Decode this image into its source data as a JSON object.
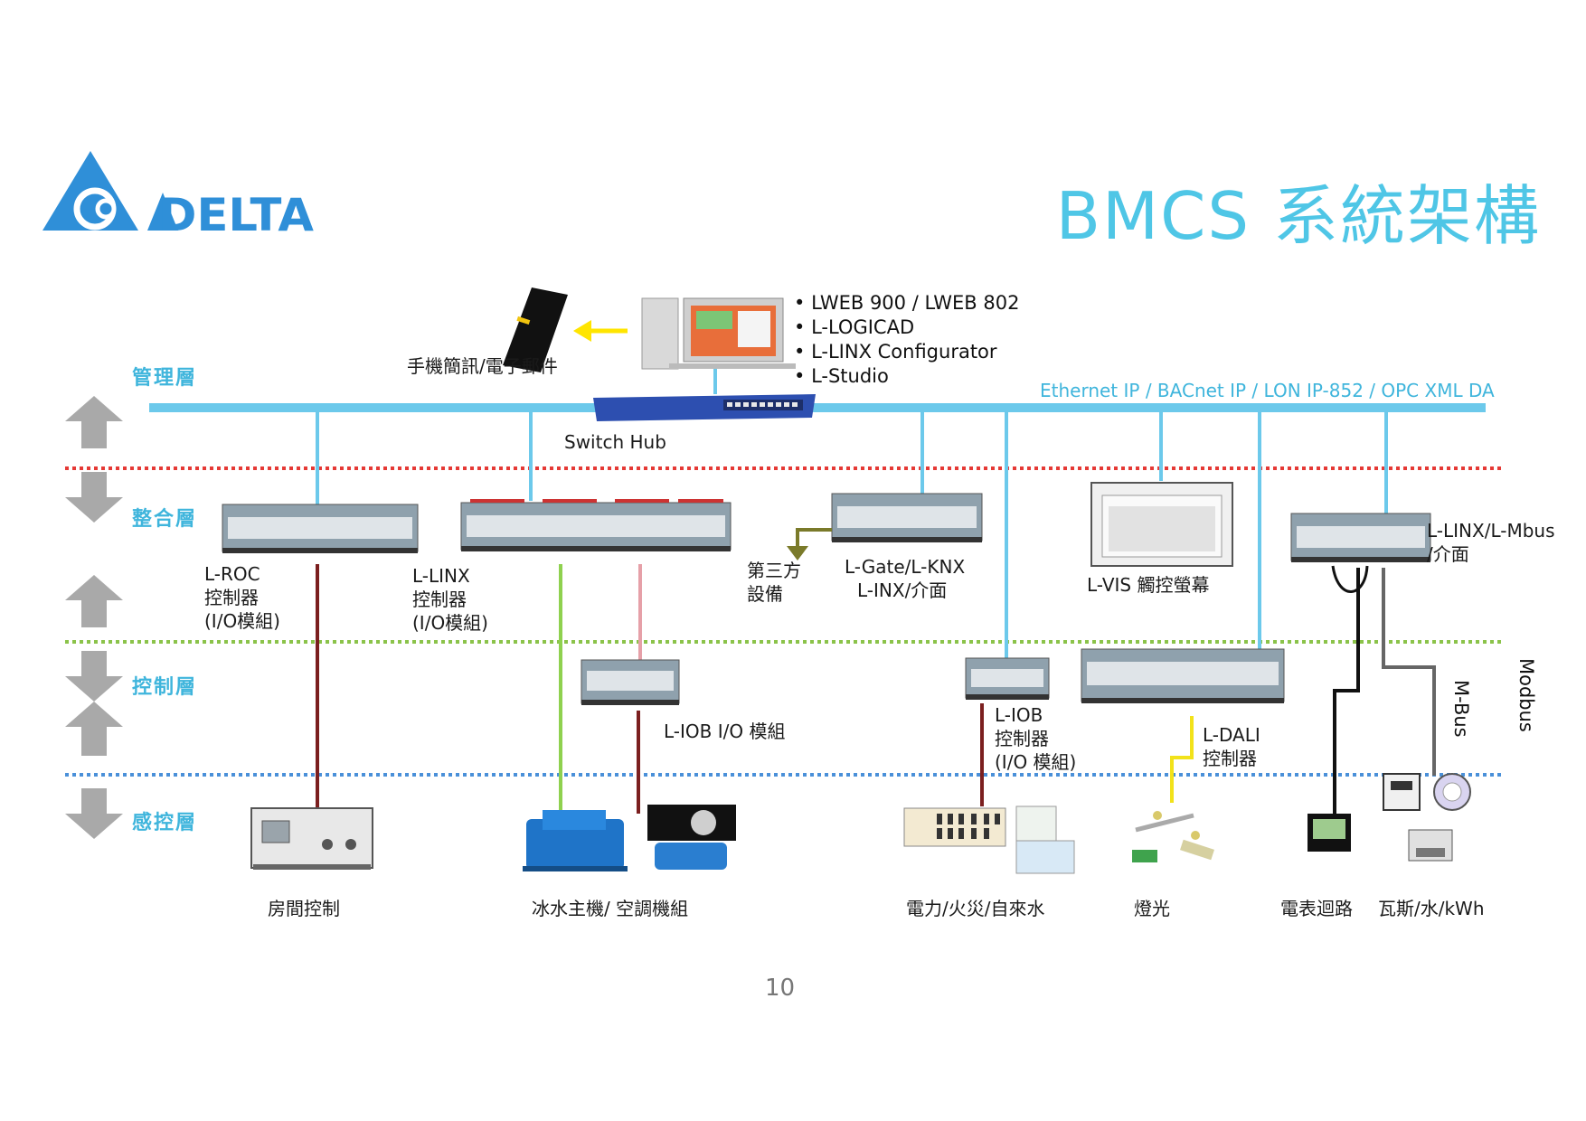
{
  "logo": {
    "brand_text": "DELTA"
  },
  "title": "BMCS 系統架構",
  "layers": {
    "management": "管理層",
    "integration": "整合層",
    "control": "控制層",
    "sensing": "感控層"
  },
  "mgmt": {
    "phone_label": "手機簡訊/電子郵件",
    "switch_label": "Switch Hub",
    "software": [
      "LWEB 900 / LWEB 802",
      "L-LOGICAD",
      "L-LINX Configurator",
      "L-Studio"
    ],
    "protocols": "Ethernet IP / BACnet IP / LON IP-852 / OPC XML DA"
  },
  "devices": {
    "lroc": [
      "L-ROC",
      "控制器",
      "(I/O模組)"
    ],
    "llinx": [
      "L-LINX",
      "控制器",
      "(I/O模組)"
    ],
    "third_party": [
      "第三方",
      "設備"
    ],
    "lgate": [
      "L-Gate/L-KNX",
      "L-INX/介面"
    ],
    "lvis": "L-VIS 觸控螢幕",
    "lmbus": [
      "L-LINX/L-Mbus",
      "/介面"
    ],
    "liob_io": "L-IOB I/O 模組",
    "liob": [
      "L-IOB",
      "控制器",
      "(I/O 模組)"
    ],
    "ldali": [
      "L-DALI",
      "控制器"
    ],
    "mbus_label": "M-Bus",
    "modbus_label": "Modbus"
  },
  "field": {
    "room": "房間控制",
    "chiller": "冰水主機/ 空調機組",
    "power": "電力/火災/自來水",
    "light": "燈光",
    "meter": "電表迴路",
    "gas": "瓦斯/水/kWh"
  },
  "page_number": "10",
  "colors": {
    "accent": "#4fc6e6",
    "bus": "#6cc9eb",
    "red_divider": "#e53935",
    "green_divider": "#8bc34a",
    "blue_divider": "#4a90d9",
    "brown_wire": "#7b1f1f",
    "green_wire": "#8fd14f",
    "pink_wire": "#e6a0a8",
    "olive_wire": "#7a7a2a",
    "yellow_wire": "#f2e21a"
  }
}
